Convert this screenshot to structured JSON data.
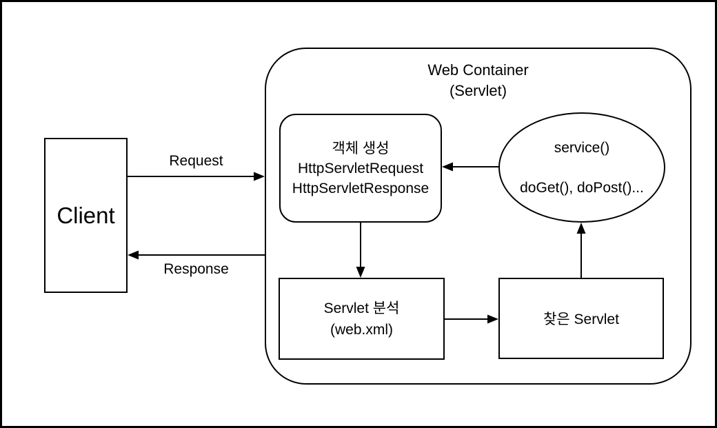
{
  "diagram": {
    "nodes": {
      "client": {
        "label": "Client"
      },
      "web_container": {
        "title_line1": "Web Container",
        "title_line2": "(Servlet)"
      },
      "object_creation": {
        "line1": "객체 생성",
        "line2": "HttpServletRequest",
        "line3": "HttpServletResponse"
      },
      "service_ellipse": {
        "line1": "service()",
        "line2": "doGet(), doPost()..."
      },
      "servlet_analysis": {
        "line1": "Servlet 분석",
        "line2": "(web.xml)"
      },
      "found_servlet": {
        "label": "찾은 Servlet"
      }
    },
    "edges": {
      "request_label": "Request",
      "response_label": "Response",
      "connections": [
        {
          "from": "client",
          "to": "web_container",
          "label": "Request"
        },
        {
          "from": "web_container",
          "to": "client",
          "label": "Response"
        },
        {
          "from": "service_ellipse",
          "to": "object_creation",
          "label": ""
        },
        {
          "from": "object_creation",
          "to": "servlet_analysis",
          "label": ""
        },
        {
          "from": "servlet_analysis",
          "to": "found_servlet",
          "label": ""
        },
        {
          "from": "found_servlet",
          "to": "service_ellipse",
          "label": ""
        }
      ]
    },
    "colors": {
      "stroke": "#000000",
      "background": "#ffffff"
    }
  }
}
